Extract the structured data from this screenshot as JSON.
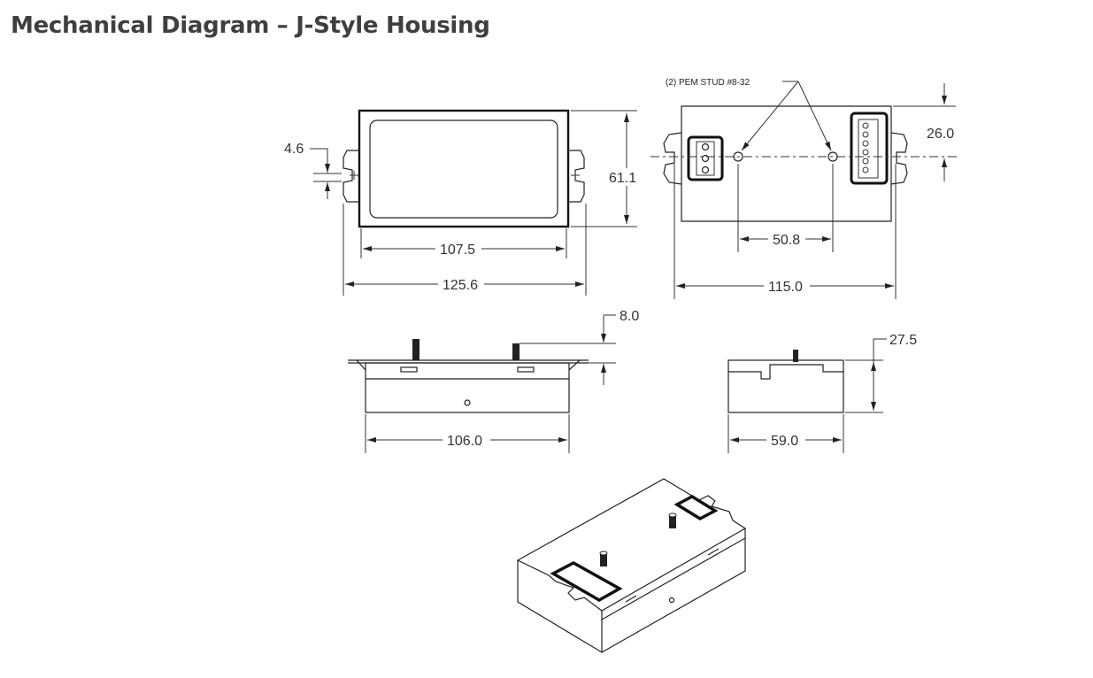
{
  "page": {
    "title": "Mechanical Diagram – J-Style Housing"
  },
  "diagram": {
    "callout": "(2) PEM STUD #8-32",
    "dimensions": {
      "flange_offset": "4.6",
      "front_height": "61.1",
      "front_inner_width": "107.5",
      "front_overall_width": "125.6",
      "connector_offset": "26.0",
      "stud_spacing": "50.8",
      "rear_hole_spacing": "115.0",
      "stud_height": "8.0",
      "side_width": "106.0",
      "end_height": "27.5",
      "end_width": "59.0"
    }
  }
}
